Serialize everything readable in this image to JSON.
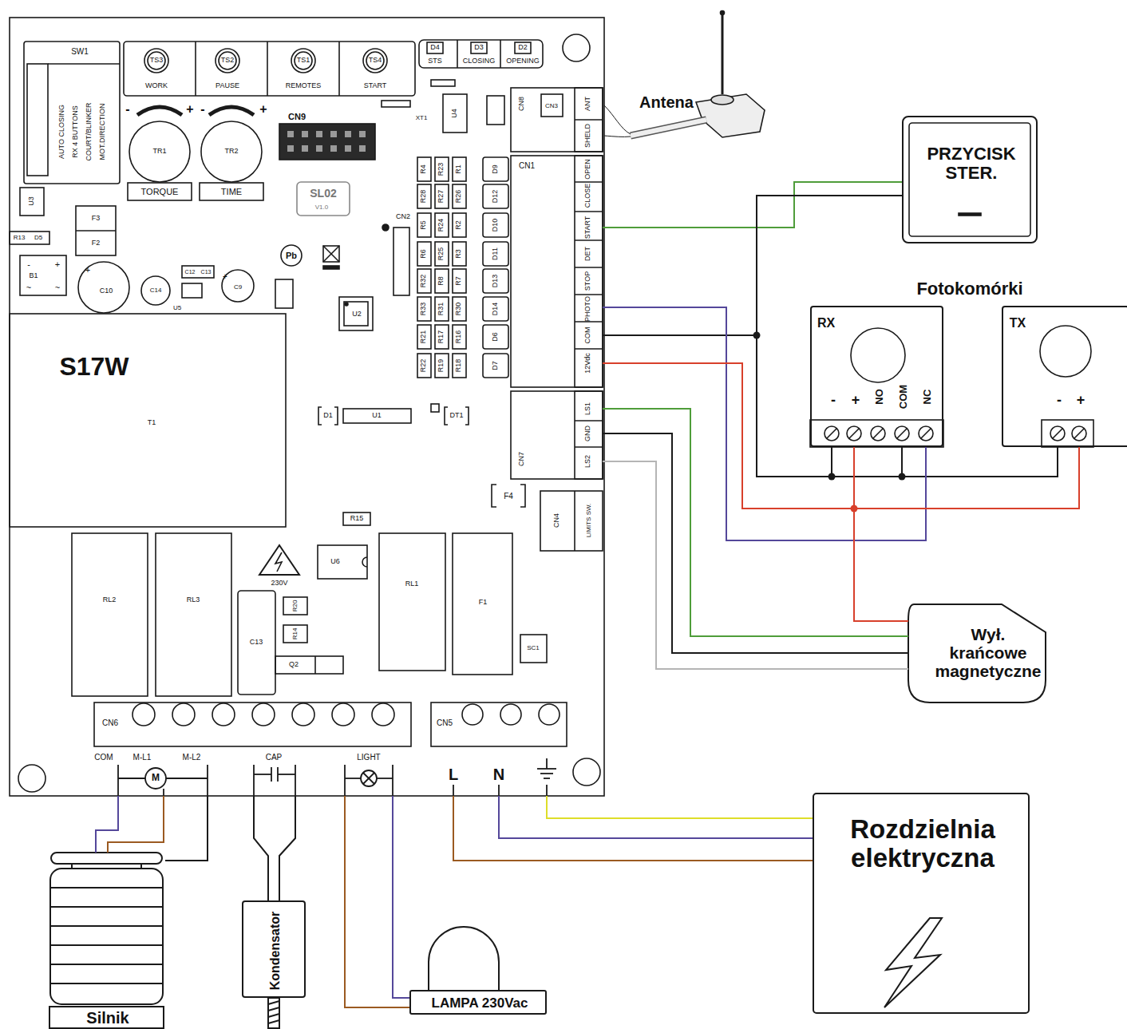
{
  "diagram": {
    "nodes": [
      {
        "text": [
          "CN8",
          "ANT",
          "SHELD"
        ]
      },
      {
        "text": [
          "CN1",
          "OPEN",
          "CLOSE",
          "START",
          "DET",
          "STOP",
          "PHOTO",
          "COM",
          "12Vdc"
        ]
      },
      {
        "text": [
          "CN7",
          "LS1",
          "GND",
          "LS2"
        ]
      },
      {
        "text": [
          "CN6",
          "COM",
          "M-L1",
          "M-L2",
          "CAP",
          "LIGHT"
        ]
      },
      {
        "text": [
          "CN5",
          "L",
          "N"
        ]
      },
      {
        "text": [
          "PRZYCISK STER."
        ]
      },
      {
        "text": [
          "RX",
          "-",
          "+",
          "NO",
          "COM",
          "NC"
        ]
      },
      {
        "text": [
          "TX",
          "-",
          "+"
        ]
      },
      {
        "text": [
          "Wył. krańcowe magnetyczne"
        ]
      },
      {
        "text": [
          "Silnik"
        ]
      },
      {
        "text": [
          "Kondensator"
        ]
      },
      {
        "text": [
          "LAMPA 230Vac"
        ]
      },
      {
        "text": [
          "Rozdzielnia elektryczna"
        ]
      }
    ],
    "edges": [
      {
        "from": 1,
        "to": 5,
        "arrow": "none"
      },
      {
        "from": 1,
        "to": 5,
        "arrow": "none"
      },
      {
        "from": 1,
        "to": 6,
        "arrow": "none"
      },
      {
        "from": 1,
        "to": 7,
        "arrow": "none"
      },
      {
        "from": 1,
        "to": 6,
        "arrow": "none"
      },
      {
        "from": 1,
        "to": 6,
        "arrow": "none"
      },
      {
        "from": 1,
        "to": 7,
        "arrow": "none"
      },
      {
        "from": 1,
        "to": 8,
        "arrow": "none"
      },
      {
        "from": 2,
        "to": 8,
        "arrow": "none"
      },
      {
        "from": 2,
        "to": 8,
        "arrow": "none"
      },
      {
        "from": 2,
        "to": 8,
        "arrow": "none"
      },
      {
        "from": 3,
        "to": 9,
        "arrow": "none"
      },
      {
        "from": 3,
        "to": 9,
        "arrow": "none"
      },
      {
        "from": 3,
        "to": 9,
        "arrow": "none"
      },
      {
        "from": 3,
        "to": 10,
        "arrow": "none"
      },
      {
        "from": 3,
        "to": 10,
        "arrow": "none"
      },
      {
        "from": 3,
        "to": 11,
        "arrow": "none"
      },
      {
        "from": 3,
        "to": 11,
        "arrow": "none"
      },
      {
        "from": 4,
        "to": 12,
        "arrow": "none"
      },
      {
        "from": 4,
        "to": 12,
        "arrow": "none"
      },
      {
        "from": 4,
        "to": 12,
        "arrow": "none"
      }
    ],
    "labels": [
      "SW1",
      "AUTO CLOSING",
      "RX 4 BUTTONS",
      "COURT/BLINKER",
      "MOT.DIRECTION",
      "TS3",
      "WORK",
      "TS2",
      "PAUSE",
      "TS1",
      "REMOTES",
      "TS4",
      "START",
      "D4",
      "STS",
      "D3",
      "CLOSING",
      "D2",
      "OPENING",
      "-",
      "+",
      "TR1",
      "TORQUE",
      "-",
      "+",
      "TR2",
      "TIME",
      "CN9",
      "U3",
      "F3",
      "F2",
      "R13",
      "D5",
      "B1",
      "-",
      "+",
      "~",
      "~",
      "+",
      "C10",
      "C14",
      "U5",
      "C12",
      "C13",
      "+",
      "C9",
      "SL02",
      "V1.0",
      "Pb",
      "U2",
      "CN2",
      "U4",
      "XT1",
      "CN3",
      "Antena",
      "R4",
      "R23",
      "R1",
      "D9",
      "R28",
      "R27",
      "R26",
      "D12",
      "R5",
      "R24",
      "R2",
      "D10",
      "R6",
      "R25",
      "R3",
      "D11",
      "R32",
      "R8",
      "R7",
      "D13",
      "R33",
      "R31",
      "R30",
      "D14",
      "R21",
      "R17",
      "R16",
      "D6",
      "R22",
      "R19",
      "R18",
      "D7",
      "S17W",
      "T1",
      "D1",
      "U1",
      "DT1",
      "F4",
      "CN4",
      "LIMITS SW.",
      "RL2",
      "RL3",
      "230V",
      "U6",
      "R15",
      "C13",
      "R20",
      "R14",
      "Q2",
      "RL1",
      "F1",
      "SC1",
      "M",
      "Fotokomórki"
    ]
  }
}
